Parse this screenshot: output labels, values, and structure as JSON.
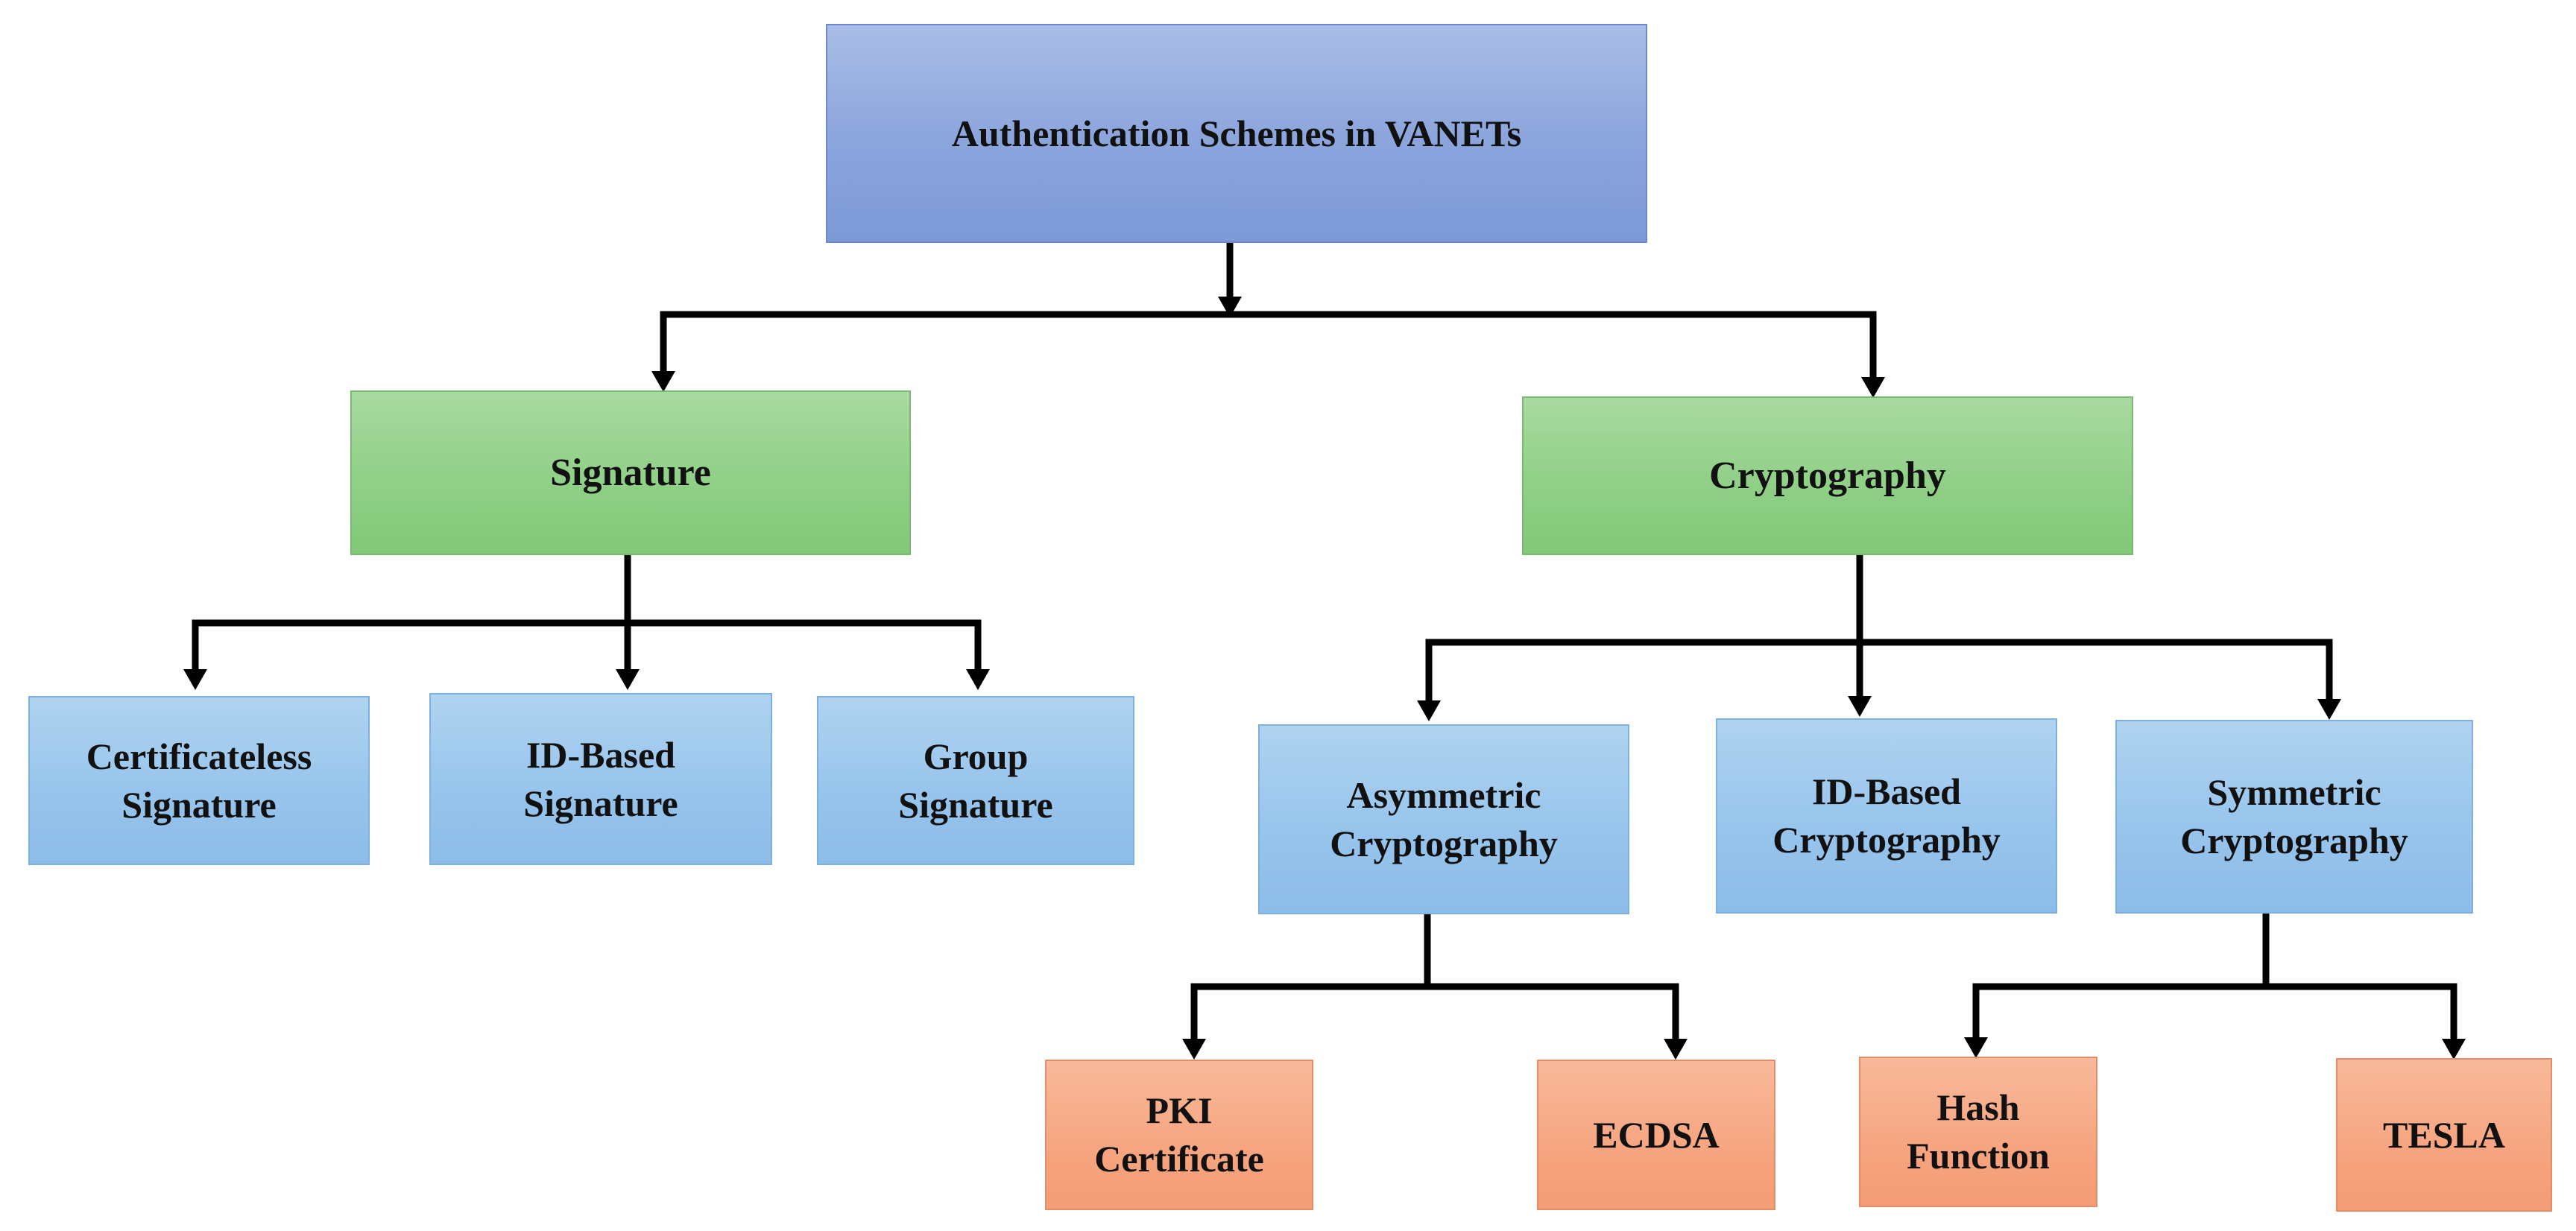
{
  "diagram": {
    "nodes": {
      "root": {
        "line1": "Authentication Schemes in VANETs"
      },
      "signature": {
        "line1": "Signature"
      },
      "cryptography": {
        "line1": "Cryptography"
      },
      "certificateless_signature": {
        "line1": "Certificateless",
        "line2": "Signature"
      },
      "id_based_signature": {
        "line1": "ID-Based",
        "line2": "Signature"
      },
      "group_signature": {
        "line1": "Group",
        "line2": "Signature"
      },
      "asymmetric_cryptography": {
        "line1": "Asymmetric",
        "line2": "Cryptography"
      },
      "id_based_cryptography": {
        "line1": "ID-Based",
        "line2": "Cryptography"
      },
      "symmetric_cryptography": {
        "line1": "Symmetric",
        "line2": "Cryptography"
      },
      "pki_certificate": {
        "line1": "PKI",
        "line2": "Certificate"
      },
      "ecdsa": {
        "line1": "ECDSA"
      },
      "hash_function": {
        "line1": "Hash",
        "line2": "Function"
      },
      "tesla": {
        "line1": "TESLA"
      }
    },
    "edges": [
      [
        "root",
        "signature"
      ],
      [
        "root",
        "cryptography"
      ],
      [
        "signature",
        "certificateless_signature"
      ],
      [
        "signature",
        "id_based_signature"
      ],
      [
        "signature",
        "group_signature"
      ],
      [
        "cryptography",
        "asymmetric_cryptography"
      ],
      [
        "cryptography",
        "id_based_cryptography"
      ],
      [
        "cryptography",
        "symmetric_cryptography"
      ],
      [
        "asymmetric_cryptography",
        "pki_certificate"
      ],
      [
        "asymmetric_cryptography",
        "ecdsa"
      ],
      [
        "symmetric_cryptography",
        "hash_function"
      ],
      [
        "symmetric_cryptography",
        "tesla"
      ]
    ],
    "colors": {
      "level0": "#8aa4dc",
      "level1": "#8ecf85",
      "level2": "#98c5ec",
      "level3": "#f6a580",
      "connector": "#000000"
    }
  }
}
